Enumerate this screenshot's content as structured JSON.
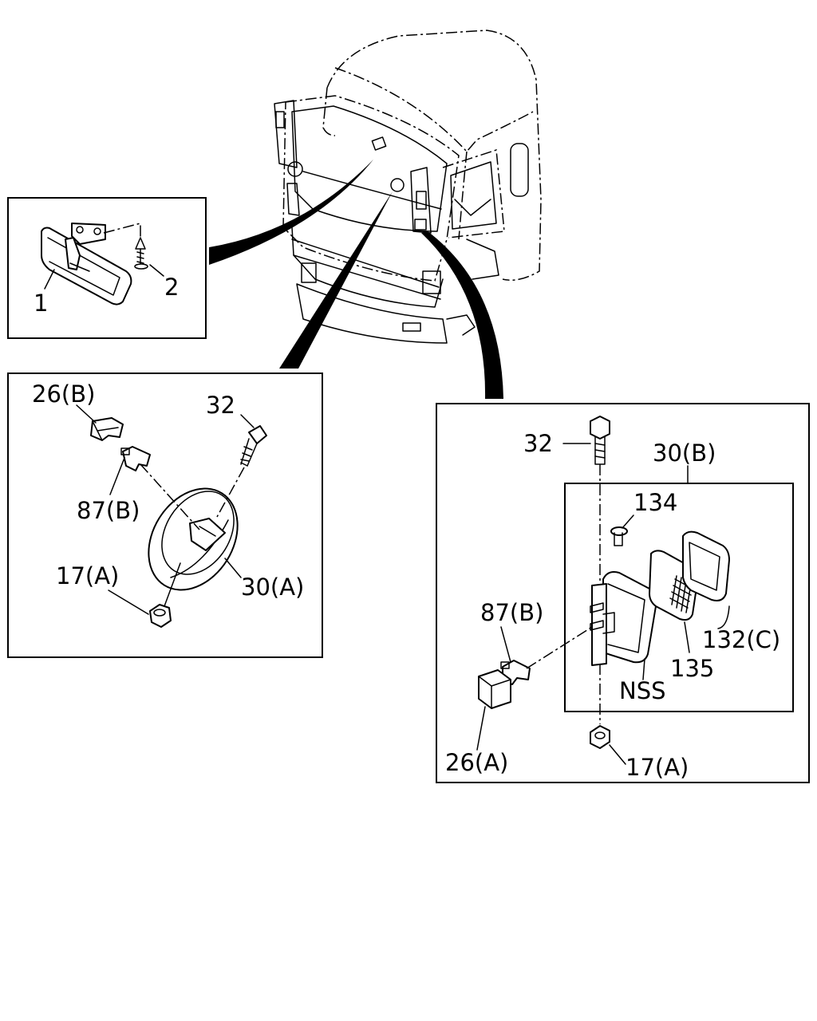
{
  "diagram": {
    "callouts": {
      "mirror_inner": "1",
      "screw_inner": "2",
      "clip_26b": "26(B)",
      "bolt_32_left": "32",
      "bracket_87b_left": "87(B)",
      "nut_17a_left": "17(A)",
      "mirror_round_30a": "30(A)",
      "bolt_32_right": "32",
      "mirror_rect_30b": "30(B)",
      "part_134": "134",
      "bracket_87b_right": "87(B)",
      "part_132c": "132(C)",
      "part_135": "135",
      "nss": "NSS",
      "clip_26a": "26(A)",
      "nut_17a_right": "17(A)"
    }
  }
}
